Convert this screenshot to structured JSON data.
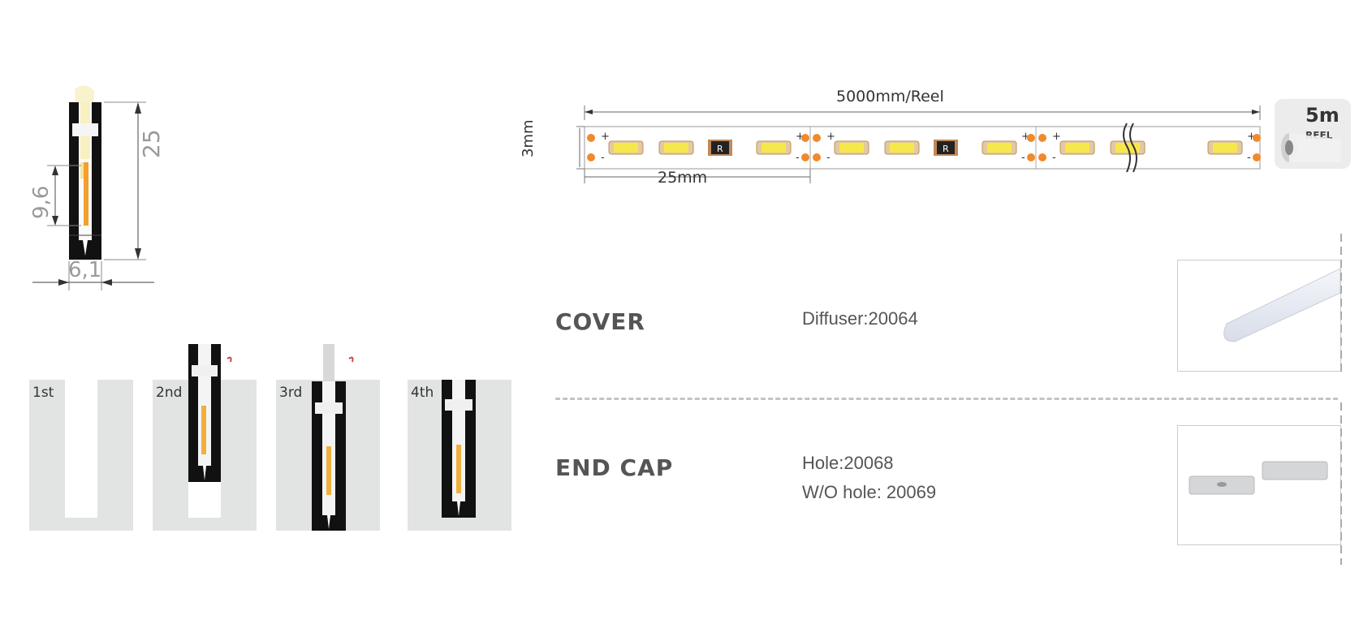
{
  "cross_section": {
    "height_label": "25",
    "led_height_label": "9,6",
    "width_label": "6,1"
  },
  "steps": [
    {
      "label": "1st"
    },
    {
      "label": "2nd"
    },
    {
      "label": "3rd"
    },
    {
      "label": "4th"
    }
  ],
  "strip": {
    "length_label": "5000mm/Reel",
    "width_label": "3mm",
    "cut_label": "25mm",
    "resistor_mark": "R",
    "plus_sign": "+",
    "minus_sign": "-",
    "reel_length": "5m",
    "reel_unit": "REEL",
    "led_color": "#f6e84a",
    "pad_color": "#f08a2c"
  },
  "accessories": [
    {
      "name": "COVER",
      "spec_lines": [
        "Diffuser:20064"
      ]
    },
    {
      "name": "END CAP",
      "spec_lines": [
        "Hole:20068",
        "W/O hole: 20069"
      ]
    }
  ]
}
